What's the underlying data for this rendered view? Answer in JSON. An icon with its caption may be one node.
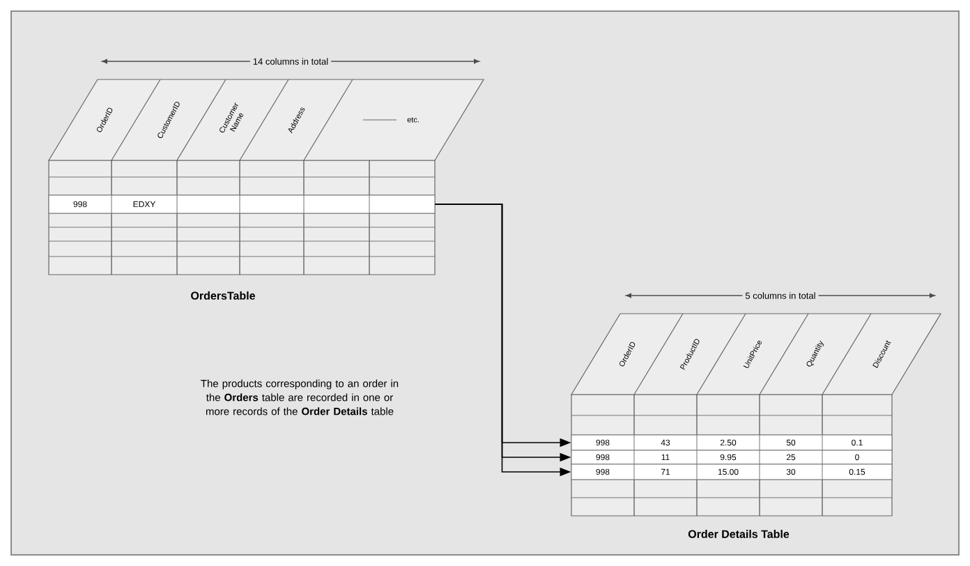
{
  "diagram": {
    "nodes": [
      {
        "text": [
          "OrderID",
          "CustomerID",
          "Customer Name",
          "Address",
          "etc.",
          "OrdersTable"
        ]
      },
      {
        "text": [
          "998",
          "EDXY"
        ],
        "in": 0
      },
      {
        "text": [
          "OrderID",
          "ProductID",
          "UnitPrice",
          "Quantity",
          "Discount",
          "Order Details Table"
        ]
      },
      {
        "text": [
          "998",
          "43",
          "2.50",
          "50",
          "0.1"
        ],
        "in": 2
      },
      {
        "text": [
          "998",
          "11",
          "9.95",
          "25",
          "0"
        ],
        "in": 2
      },
      {
        "text": [
          "998",
          "71",
          "15.00",
          "30",
          "0.15"
        ],
        "in": 2
      }
    ],
    "edges": [
      {
        "from": 1,
        "to": 3,
        "arrow": "to"
      },
      {
        "from": 1,
        "to": 4,
        "arrow": "to"
      },
      {
        "from": 1,
        "to": 5,
        "arrow": "to"
      }
    ],
    "labels": [
      "14 columns in total",
      "The products corresponding to an order in the **Orders** table are recorded in one or more records of the **Order Details** table",
      "5 columns in total"
    ]
  }
}
